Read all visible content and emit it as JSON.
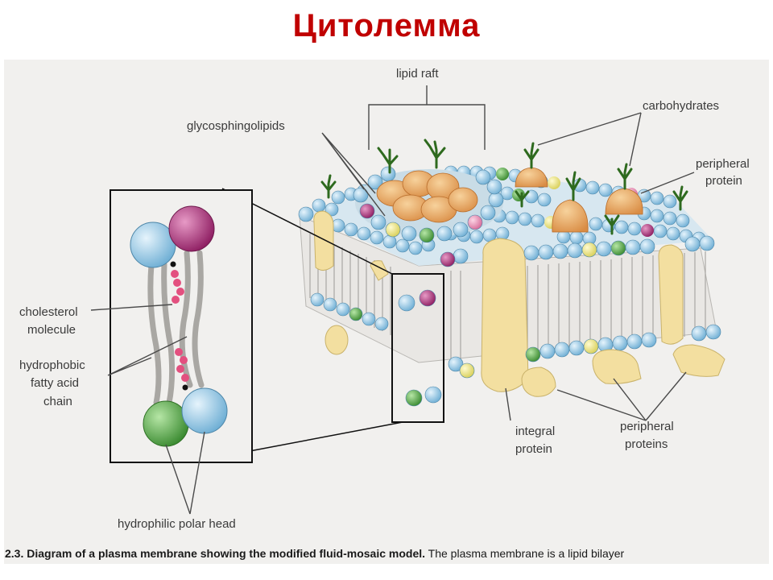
{
  "title": "Цитолемма",
  "labels": {
    "lipid_raft": "lipid raft",
    "glycosphingolipids": "glycosphingolipids",
    "carbohydrates": "carbohydrates",
    "peripheral_protein_line1": "peripheral",
    "peripheral_protein_line2": "protein",
    "cholesterol_line1": "cholesterol",
    "cholesterol_line2": "molecule",
    "hydrophobic_line1": "hydrophobic",
    "hydrophobic_line2": "fatty acid",
    "hydrophobic_line3": "chain",
    "integral_line1": "integral",
    "integral_line2": "protein",
    "peripheral_proteins_line1": "peripheral",
    "peripheral_proteins_line2": "proteins",
    "hydrophilic": "hydrophilic polar head"
  },
  "caption": {
    "number": "2.3.",
    "bold_text": "Diagram of a plasma membrane showing the modified fluid-mosaic model.",
    "normal_text": "The plasma membrane is a lipid bilayer"
  },
  "colors": {
    "title": "#c00000",
    "head_blue": "#8fc6e6",
    "head_magenta": "#b0307a",
    "head_green": "#58a84a",
    "head_yellow": "#efe88a",
    "head_pink": "#e98bb2",
    "integral_protein": "#f3dfa0",
    "raft_protein": "#e8a862",
    "carbohydrate": "#2e6a1e"
  }
}
